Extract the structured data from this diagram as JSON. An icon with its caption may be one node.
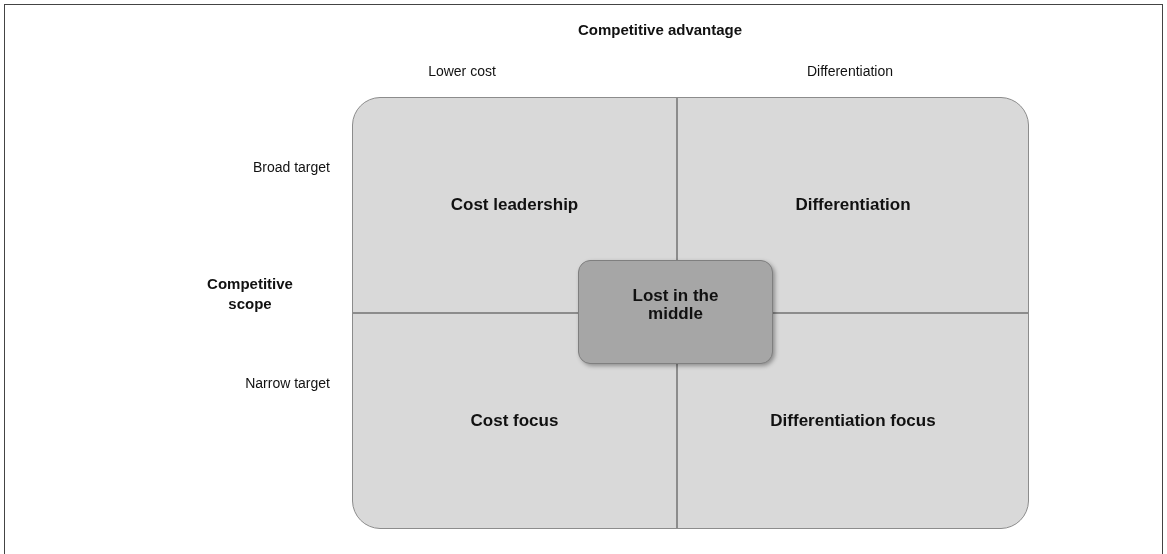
{
  "diagram": {
    "nodes": [
      {
        "text": [
          "Cost leadership"
        ]
      },
      {
        "text": [
          "Differentiation"
        ]
      },
      {
        "text": [
          "Cost focus"
        ]
      },
      {
        "text": [
          "Differentiation focus"
        ]
      },
      {
        "text": [
          "Lost in the middle"
        ]
      }
    ],
    "labels": [
      "Competitive advantage",
      "Lower cost",
      "Differentiation",
      "Broad target",
      "Competitive scope",
      "Narrow target"
    ]
  }
}
